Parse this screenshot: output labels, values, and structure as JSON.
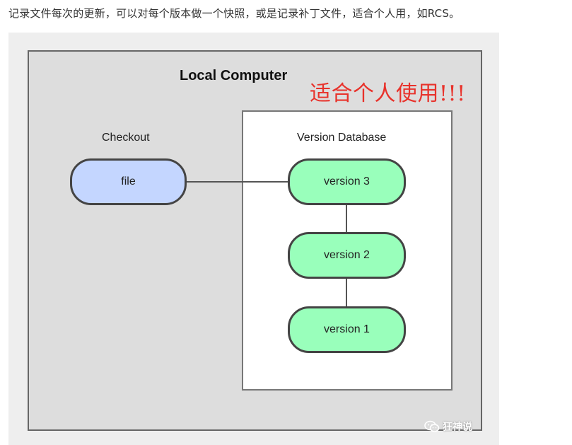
{
  "intro_text": "记录文件每次的更新，可以对每个版本做一个快照，或是记录补丁文件，适合个人用，如RCS。",
  "diagram": {
    "title": "Local Computer",
    "annotation": "适合个人使用!!!",
    "checkout": {
      "label": "Checkout",
      "file": "file"
    },
    "database": {
      "label": "Version Database",
      "versions": [
        "version 3",
        "version 2",
        "version 1"
      ]
    },
    "colors": {
      "outer_box": "#dddddd",
      "file_node": "#c4d6ff",
      "version_node": "#99ffbb",
      "annotation": "#e8322b"
    }
  },
  "watermark": {
    "icon": "wechat-icon",
    "text": "狂神说"
  }
}
